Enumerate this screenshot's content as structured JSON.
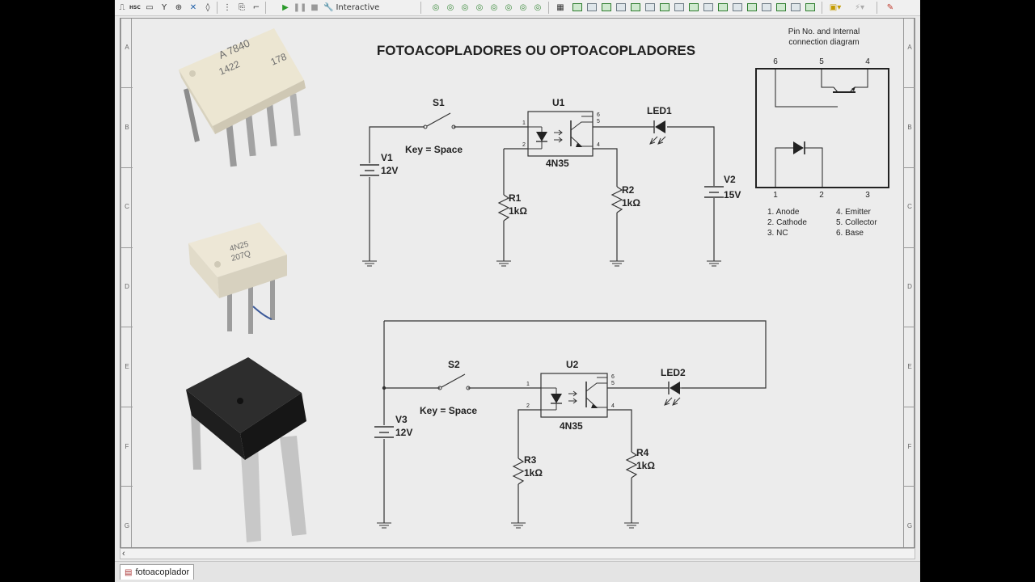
{
  "toolbar": {
    "mode_label": "Interactive",
    "text_buttons": [
      "HSC"
    ]
  },
  "sheet": {
    "title": "FOTOACOPLADORES OU OPTOACOPLADORES",
    "rows": [
      "A",
      "B",
      "C",
      "D",
      "E",
      "F",
      "G"
    ]
  },
  "circuit1": {
    "switch": {
      "name": "S1",
      "key": "Key = Space"
    },
    "source": {
      "name": "V1",
      "value": "12V"
    },
    "opto": {
      "name": "U1",
      "part": "4N35",
      "pins": [
        "1",
        "2",
        "6",
        "5",
        "4"
      ]
    },
    "r_in": {
      "name": "R1",
      "value": "1kΩ"
    },
    "r_out": {
      "name": "R2",
      "value": "1kΩ"
    },
    "led": {
      "name": "LED1"
    },
    "supply": {
      "name": "V2",
      "value": "15V"
    }
  },
  "circuit2": {
    "switch": {
      "name": "S2",
      "key": "Key = Space"
    },
    "source": {
      "name": "V3",
      "value": "12V"
    },
    "opto": {
      "name": "U2",
      "part": "4N35",
      "pins": [
        "1",
        "2",
        "6",
        "5",
        "4"
      ]
    },
    "r_in": {
      "name": "R3",
      "value": "1kΩ"
    },
    "r_out": {
      "name": "R4",
      "value": "1kΩ"
    },
    "led": {
      "name": "LED2"
    }
  },
  "pinout": {
    "heading_line1": "Pin No. and Internal",
    "heading_line2": "connection diagram",
    "top_pins": [
      "6",
      "5",
      "4"
    ],
    "bottom_pins": [
      "1",
      "2",
      "3"
    ],
    "legend_left": [
      "1.  Anode",
      "2.  Cathode",
      "3.  NC"
    ],
    "legend_right": [
      "4.  Emitter",
      "5.  Collector",
      "6.  Base"
    ]
  },
  "chips": {
    "chip1_markings": [
      "A 7840",
      "1422",
      "178"
    ],
    "chip2_markings": [
      "4N25",
      "207Q"
    ]
  },
  "tab": {
    "label": "fotoacoplador"
  },
  "colors": {
    "canvas": "#ececec",
    "wire": "#333333",
    "chip_light": "#ece6d2",
    "chip_dark": "#222222"
  }
}
